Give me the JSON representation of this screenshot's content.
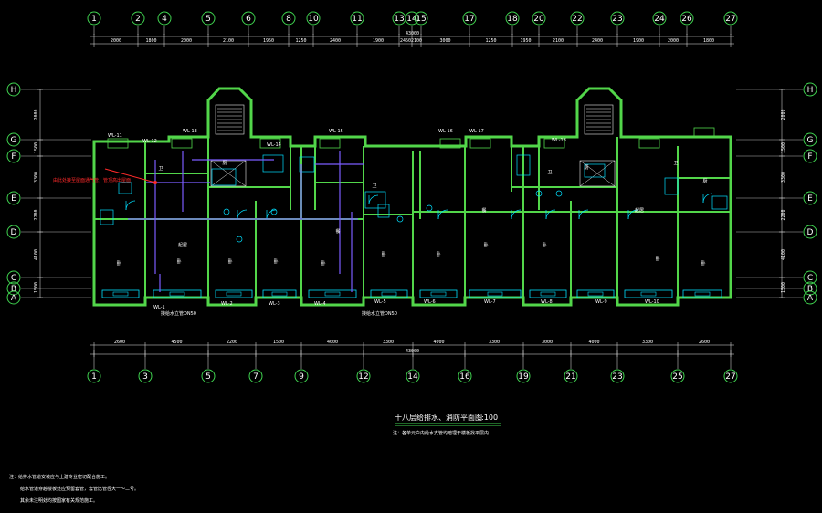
{
  "colors": {
    "background": "#000000",
    "wall": "#52d64a",
    "axis": "#3fd24f",
    "dim": "#e8e8e8",
    "pipe": "#7b5cff",
    "pipe_red": "#ff2a2a",
    "fixture": "#00e0ff",
    "text": "#ffffff"
  },
  "axes": {
    "top": [
      "1",
      "2",
      "4",
      "5",
      "6",
      "8",
      "10",
      "11",
      "13",
      "14",
      "15",
      "17",
      "18",
      "20",
      "22",
      "23",
      "24",
      "26",
      "27"
    ],
    "bottom": [
      "1",
      "3",
      "5",
      "7",
      "9",
      "12",
      "14",
      "16",
      "19",
      "21",
      "23",
      "25",
      "27"
    ],
    "left": [
      "H",
      "G",
      "F",
      "E",
      "D",
      "C",
      "B",
      "A"
    ],
    "right": [
      "H",
      "G",
      "F",
      "E",
      "D",
      "C",
      "B",
      "A"
    ]
  },
  "dims": {
    "top_segments": [
      "2000",
      "1800",
      "2000",
      "2100",
      "1950",
      "1250",
      "2400",
      "1900",
      "2450",
      "2100",
      "3000",
      "1250",
      "1950",
      "2100",
      "2400",
      "1900",
      "2000",
      "1800"
    ],
    "top_total": "43000",
    "bottom_segments": [
      "2600",
      "4500",
      "2200",
      "1500",
      "4000",
      "3300",
      "4000",
      "3300",
      "3000",
      "4000",
      "3300",
      "2600"
    ],
    "bottom_total": "43000",
    "left": [
      "2000",
      "1500",
      "3300",
      "2200",
      "4100",
      "1500"
    ],
    "right": [
      "2000",
      "1500",
      "3300",
      "2200",
      "4100",
      "1500"
    ]
  },
  "rooms": [
    "卧",
    "卧",
    "卧",
    "卧",
    "厨",
    "卫",
    "卫",
    "卫",
    "餐",
    "起居",
    "卧",
    "卧",
    "卧",
    "卧",
    "卧",
    "厨",
    "厨",
    "卫",
    "餐",
    "起居",
    "卧",
    "卧"
  ],
  "pipe_labels": [
    "WL-1",
    "WL-2",
    "WL-3",
    "WL-4",
    "WL-5",
    "WL-6",
    "WL-7",
    "WL-8",
    "WL-9",
    "WL-10",
    "WL-11",
    "WL-12",
    "WL-13",
    "WL-14",
    "WL-15",
    "WL-16",
    "WL-17",
    "WL-18"
  ],
  "annotations": {
    "red_note": "由此处接至屋面通气管，管顶高出屋面",
    "supply_left": "接给水立管DN50",
    "supply_mid": "接给水立管DN50"
  },
  "title": {
    "main": "十八层给排水、消防平面图",
    "scale": "1:100",
    "sub": "注：各单元户内给水支管均暗埋于楼板找平层内"
  },
  "notes": [
    "注：给排水管道安装应与土建专业密切配合施工。",
    "给水管道穿越楼板处应预留套管，套管比管径大一～二号。",
    "其余未注明处均按国家有关规范施工。"
  ]
}
